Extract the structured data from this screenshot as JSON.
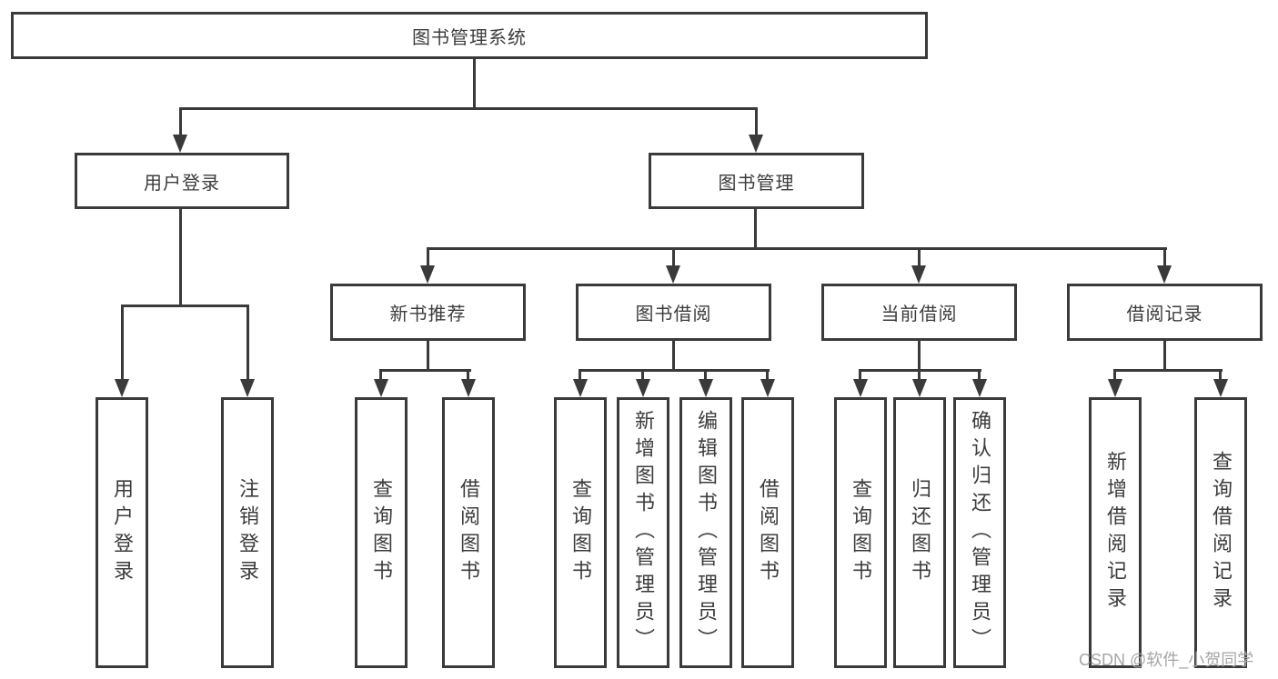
{
  "root": {
    "label": "图书管理系统"
  },
  "level2": [
    {
      "label": "用户登录"
    },
    {
      "label": "图书管理"
    }
  ],
  "level3": [
    {
      "label": "新书推荐"
    },
    {
      "label": "图书借阅"
    },
    {
      "label": "当前借阅"
    },
    {
      "label": "借阅记录"
    }
  ],
  "leaves": {
    "login": [
      "用户登录",
      "注销登录"
    ],
    "recommend": [
      "查询图书",
      "借阅图书"
    ],
    "borrow": [
      "查询图书",
      "新增图书（管理员）",
      "编辑图书（管理员）",
      "借阅图书"
    ],
    "current": [
      "查询图书",
      "归还图书",
      "确认归还（管理员）"
    ],
    "records": [
      "新增借阅记录",
      "查询借阅记录"
    ]
  },
  "watermark": {
    "text": "CSDN @软件_小贺同学"
  },
  "colors": {
    "line": "#3a3a3a",
    "text": "#3c3c3c",
    "watermark": "#a6a6a6",
    "background": "#ffffff"
  }
}
